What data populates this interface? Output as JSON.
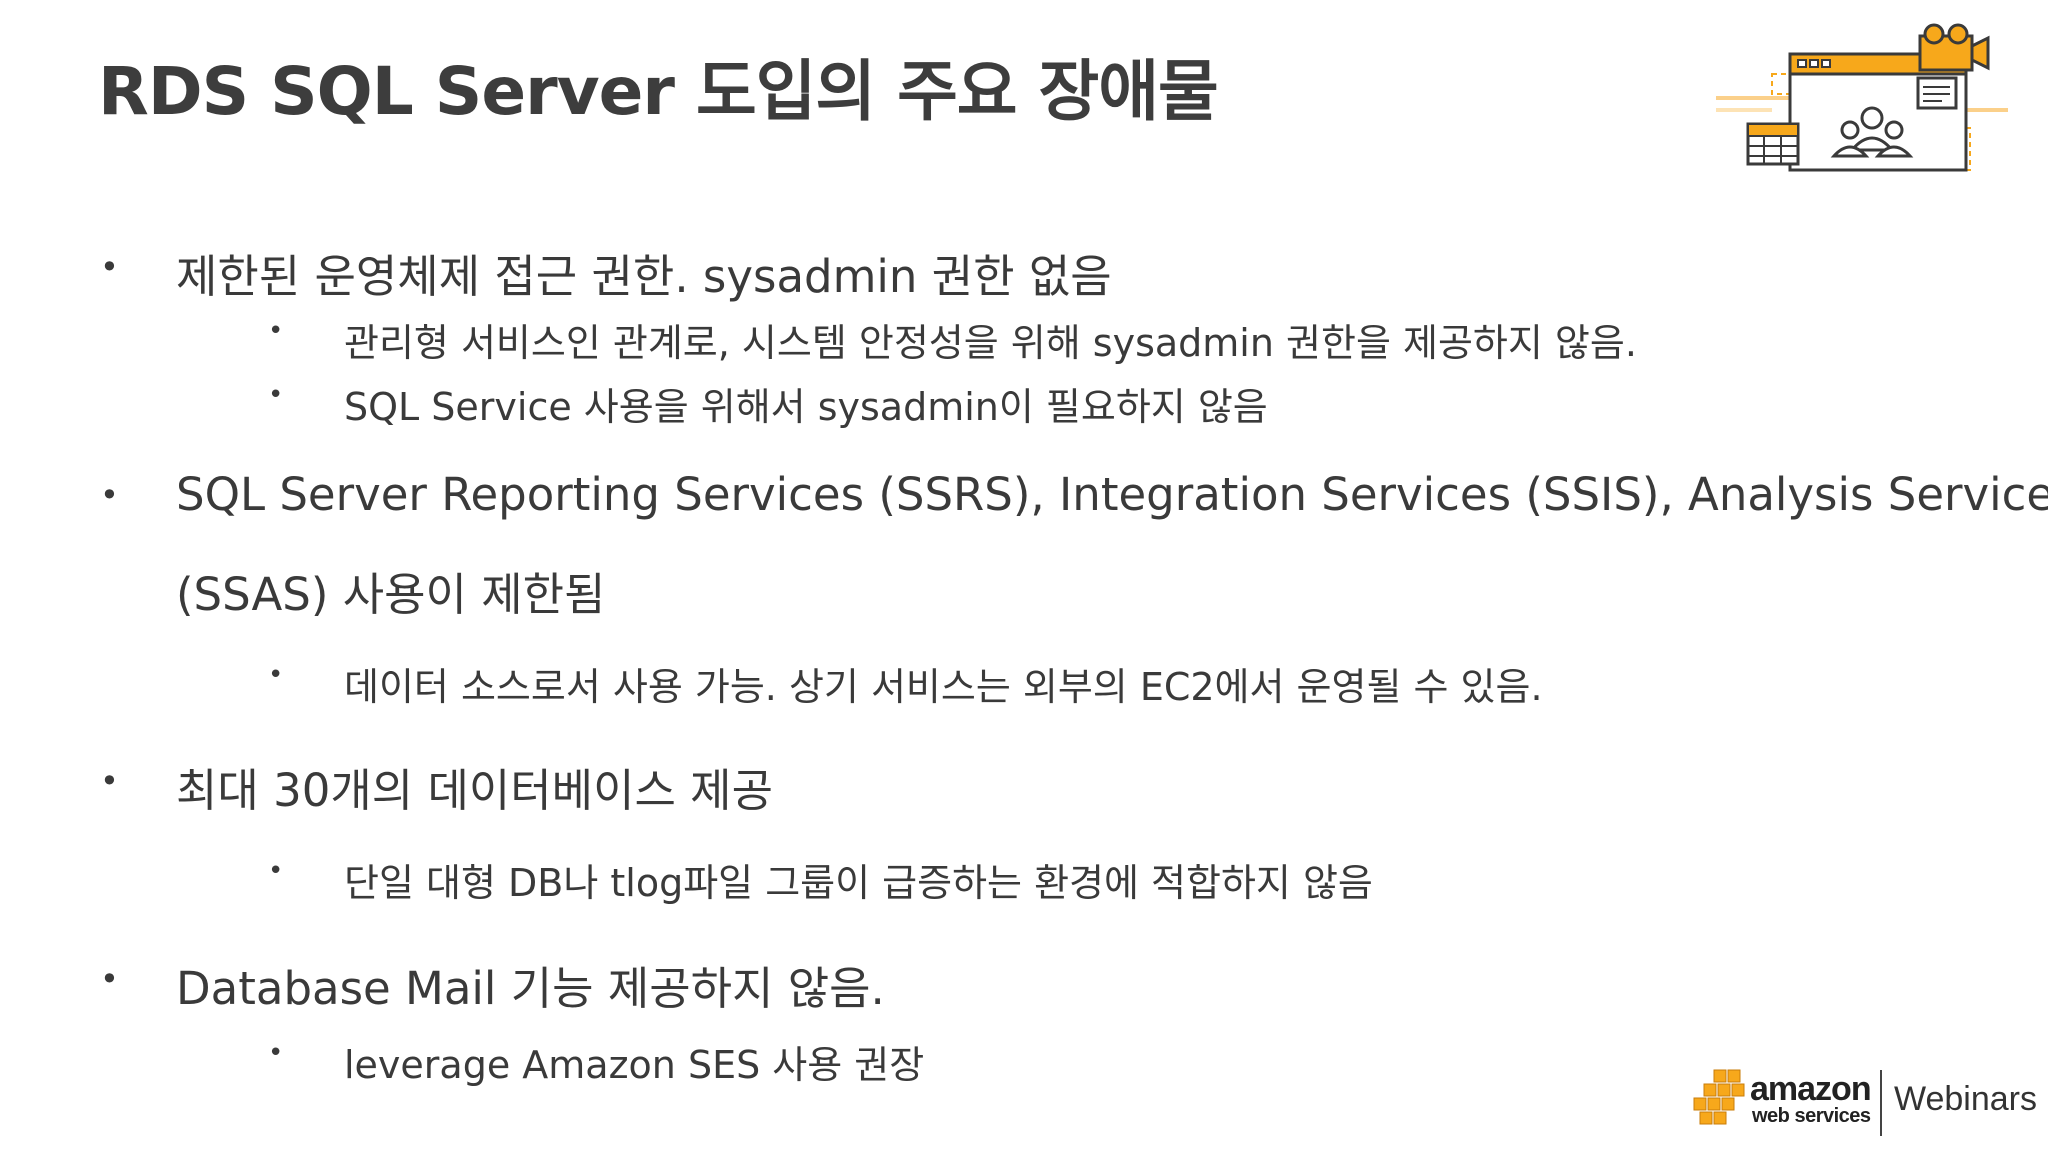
{
  "slide": {
    "title": "RDS SQL Server 도입의 주요 장애물",
    "bullets": [
      {
        "text": "제한된 운영체제 접근 권한. sysadmin 권한 없음",
        "children": [
          "관리형 서비스인 관계로, 시스템 안정성을 위해 sysadmin 권한을 제공하지 않음.",
          "SQL Service 사용을 위해서 sysadmin이 필요하지 않음"
        ]
      },
      {
        "text": "SQL Server Reporting Services (SSRS), Integration Services (SSIS), Analysis Services",
        "text_cont": "(SSAS) 사용이 제한됨",
        "children": [
          "데이터 소스로서 사용 가능.  상기 서비스는 외부의 EC2에서 운영될 수 있음."
        ]
      },
      {
        "text": "최대 30개의 데이터베이스 제공",
        "children": [
          "단일 대형 DB나 tlog파일 그룹이 급증하는 환경에 적합하지 않음"
        ]
      },
      {
        "text": "Database Mail 기능 제공하지 않음.",
        "children": [
          "leverage Amazon SES 사용 권장"
        ]
      }
    ],
    "bullet_glyph": "•"
  },
  "branding": {
    "logo_word": "amazon",
    "logo_sub": "web services",
    "program": "Webinars",
    "accent_color": "#f7a81b",
    "logo_icon": "aws-cubes-icon",
    "illustration_icon": "video-presentation-icon"
  }
}
